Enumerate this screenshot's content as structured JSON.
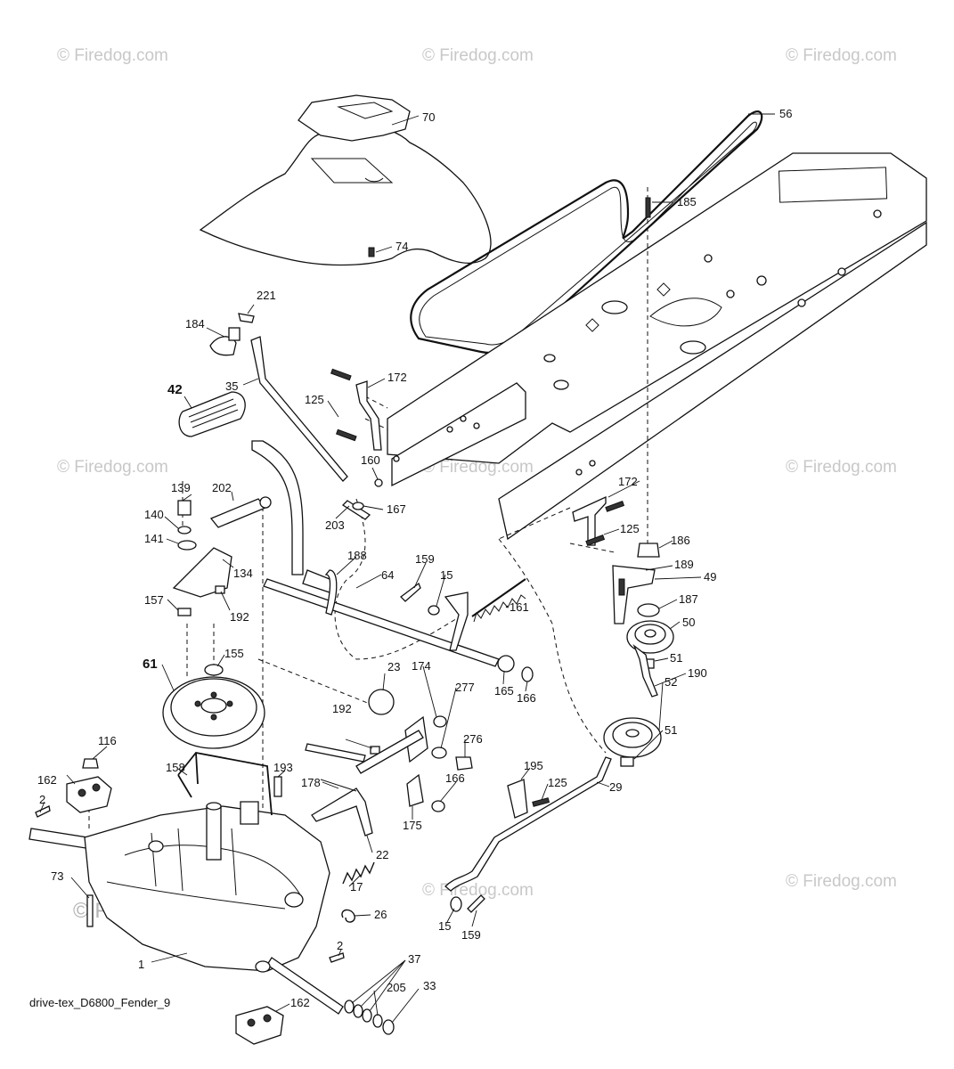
{
  "diagram": {
    "reference_code": "drive-tex_D6800_Fender_9",
    "watermarks": [
      "© Firedog.com",
      "© Firedog.com",
      "© Firedog.com",
      "© Firedog.com",
      "© Firedog.com",
      "© Firedog.com",
      "© Firedog.com",
      "© Firedog.com"
    ],
    "watermark_center": "© Firedog.com",
    "callouts": [
      {
        "id": "70",
        "label": "70"
      },
      {
        "id": "56",
        "label": "56"
      },
      {
        "id": "185",
        "label": "185"
      },
      {
        "id": "74",
        "label": "74"
      },
      {
        "id": "221",
        "label": "221"
      },
      {
        "id": "184",
        "label": "184"
      },
      {
        "id": "35",
        "label": "35"
      },
      {
        "id": "42",
        "label": "42"
      },
      {
        "id": "172a",
        "label": "172"
      },
      {
        "id": "125a",
        "label": "125"
      },
      {
        "id": "160",
        "label": "160"
      },
      {
        "id": "167",
        "label": "167"
      },
      {
        "id": "203",
        "label": "203"
      },
      {
        "id": "139",
        "label": "139"
      },
      {
        "id": "202",
        "label": "202"
      },
      {
        "id": "140",
        "label": "140"
      },
      {
        "id": "141",
        "label": "141"
      },
      {
        "id": "134",
        "label": "134"
      },
      {
        "id": "157",
        "label": "157"
      },
      {
        "id": "192a",
        "label": "192"
      },
      {
        "id": "188",
        "label": "188"
      },
      {
        "id": "64",
        "label": "64"
      },
      {
        "id": "159a",
        "label": "159"
      },
      {
        "id": "15a",
        "label": "15"
      },
      {
        "id": "161",
        "label": "161"
      },
      {
        "id": "172b",
        "label": "172"
      },
      {
        "id": "125b",
        "label": "125"
      },
      {
        "id": "186",
        "label": "186"
      },
      {
        "id": "189",
        "label": "189"
      },
      {
        "id": "49",
        "label": "49"
      },
      {
        "id": "187",
        "label": "187"
      },
      {
        "id": "50",
        "label": "50"
      },
      {
        "id": "51a",
        "label": "51"
      },
      {
        "id": "190",
        "label": "190"
      },
      {
        "id": "52",
        "label": "52"
      },
      {
        "id": "51b",
        "label": "51"
      },
      {
        "id": "155",
        "label": "155"
      },
      {
        "id": "61",
        "label": "61"
      },
      {
        "id": "165",
        "label": "165"
      },
      {
        "id": "166a",
        "label": "166"
      },
      {
        "id": "23",
        "label": "23"
      },
      {
        "id": "174",
        "label": "174"
      },
      {
        "id": "277",
        "label": "277"
      },
      {
        "id": "192b",
        "label": "192"
      },
      {
        "id": "276",
        "label": "276"
      },
      {
        "id": "116",
        "label": "116"
      },
      {
        "id": "162a",
        "label": "162"
      },
      {
        "id": "158",
        "label": "158"
      },
      {
        "id": "193",
        "label": "193"
      },
      {
        "id": "178",
        "label": "178"
      },
      {
        "id": "166b",
        "label": "166"
      },
      {
        "id": "175",
        "label": "175"
      },
      {
        "id": "195",
        "label": "195"
      },
      {
        "id": "125c",
        "label": "125"
      },
      {
        "id": "29",
        "label": "29"
      },
      {
        "id": "2a",
        "label": "2"
      },
      {
        "id": "22",
        "label": "22"
      },
      {
        "id": "73",
        "label": "73"
      },
      {
        "id": "17",
        "label": "17"
      },
      {
        "id": "26",
        "label": "26"
      },
      {
        "id": "15b",
        "label": "15"
      },
      {
        "id": "159b",
        "label": "159"
      },
      {
        "id": "1",
        "label": "1"
      },
      {
        "id": "2b",
        "label": "2"
      },
      {
        "id": "37",
        "label": "37"
      },
      {
        "id": "205",
        "label": "205"
      },
      {
        "id": "33",
        "label": "33"
      },
      {
        "id": "162b",
        "label": "162"
      }
    ]
  }
}
